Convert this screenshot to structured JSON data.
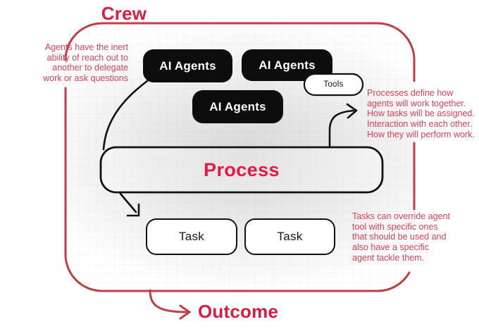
{
  "colors": {
    "title_red": "#dc1c3f",
    "process_red": "#ea1646",
    "note_red": "#dd4156",
    "border_red": "#c23c45",
    "box_black": "#0d0d0d",
    "ink": "#111111"
  },
  "crew": {
    "label": "Crew"
  },
  "outcome": {
    "label": "Outcome"
  },
  "agents": [
    {
      "label": "AI Agents"
    },
    {
      "label": "AI Agents"
    },
    {
      "label": "AI Agents"
    }
  ],
  "tools": {
    "label": "Tools"
  },
  "process": {
    "label": "Process"
  },
  "tasks": [
    {
      "label": "Task"
    },
    {
      "label": "Task"
    }
  ],
  "notes": {
    "left": {
      "lines": [
        "Agents have the inert",
        "ability of reach out to",
        "another to delegate",
        "work or ask questions"
      ]
    },
    "top_right": {
      "lines": [
        "Processes define how",
        "agents will work together.",
        "How tasks will be assigned.",
        "Interaction with each other.",
        "How they will perform work."
      ]
    },
    "bottom_right": {
      "lines": [
        "Tasks can override agent",
        "tool with specific ones",
        "that should be used and",
        "also have a specific",
        "agent tackle them."
      ]
    }
  }
}
